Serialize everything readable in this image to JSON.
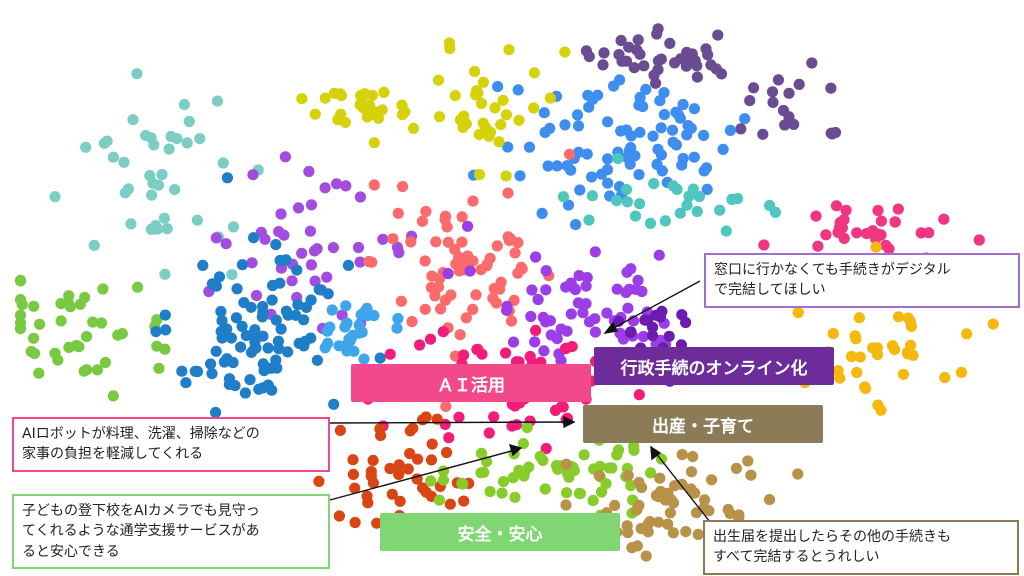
{
  "chart_data": {
    "type": "scatter",
    "title": "",
    "xlabel": "",
    "ylabel": "",
    "grid": false,
    "axes_visible": false,
    "x_range": [
      0,
      1
    ],
    "y_range": [
      0,
      1
    ],
    "cluster_labels": [
      {
        "id": "ai",
        "text": "ＡＩ活用",
        "color": "#f2498a"
      },
      {
        "id": "gov",
        "text": "行政手続のオンライン化",
        "color": "#6e2c9b"
      },
      {
        "id": "childcare",
        "text": "出産・子育て",
        "color": "#8c7b57"
      },
      {
        "id": "safety",
        "text": "安全・安心",
        "color": "#7fd672"
      }
    ],
    "callouts": [
      {
        "id": "gov",
        "lines": [
          "窓口に行かなくても手続きがデジタル",
          "で完結してほしい"
        ],
        "border": "#a06fd0"
      },
      {
        "id": "ai",
        "lines": [
          "AIロボットが料理、洗濯、掃除などの",
          "家事の負担を軽減してくれる"
        ],
        "border": "#f2498a"
      },
      {
        "id": "safety",
        "lines": [
          "子どもの登下校をAIカメラでも見守っ",
          "てくれるような通学支援サービスがあ",
          "ると安心できる"
        ],
        "border": "#7fd672"
      },
      {
        "id": "childcare",
        "lines": [
          "出生届を提出したらその他の手続きも",
          "すべて完結するとうれしい"
        ],
        "border": "#8c7b57"
      }
    ],
    "clusters": [
      {
        "name": "",
        "color": "#6a4c93",
        "n": 38,
        "cx": 0.655,
        "cy": 0.1,
        "sx": 0.04,
        "sy": 0.022
      },
      {
        "name": "",
        "color": "#6a4c93",
        "n": 18,
        "cx": 0.775,
        "cy": 0.18,
        "sx": 0.025,
        "sy": 0.035
      },
      {
        "name": "",
        "color": "#3e8ef0",
        "n": 85,
        "cx": 0.6,
        "cy": 0.24,
        "sx": 0.06,
        "sy": 0.06
      },
      {
        "name": "",
        "color": "#d6d20a",
        "n": 28,
        "cx": 0.36,
        "cy": 0.19,
        "sx": 0.03,
        "sy": 0.022
      },
      {
        "name": "",
        "color": "#d6d20a",
        "n": 34,
        "cx": 0.47,
        "cy": 0.19,
        "sx": 0.03,
        "sy": 0.05
      },
      {
        "name": "",
        "color": "#7ccdc4",
        "n": 42,
        "cx": 0.155,
        "cy": 0.32,
        "sx": 0.035,
        "sy": 0.09
      },
      {
        "name": "",
        "color": "#4fc6be",
        "n": 26,
        "cx": 0.66,
        "cy": 0.35,
        "sx": 0.055,
        "sy": 0.022
      },
      {
        "name": "",
        "color": "#a24ce0",
        "n": 42,
        "cx": 0.3,
        "cy": 0.43,
        "sx": 0.055,
        "sy": 0.06
      },
      {
        "name": "",
        "color": "#fb6b6b",
        "n": 70,
        "cx": 0.455,
        "cy": 0.46,
        "sx": 0.045,
        "sy": 0.075
      },
      {
        "name": "",
        "color": "#9b3ee8",
        "n": 62,
        "cx": 0.57,
        "cy": 0.52,
        "sx": 0.05,
        "sy": 0.05
      },
      {
        "name": "",
        "color": "#f03582",
        "n": 30,
        "cx": 0.86,
        "cy": 0.4,
        "sx": 0.04,
        "sy": 0.025
      },
      {
        "name": "",
        "color": "#7ac943",
        "n": 42,
        "cx": 0.075,
        "cy": 0.58,
        "sx": 0.06,
        "sy": 0.045
      },
      {
        "name": "",
        "color": "#1e7fc8",
        "n": 90,
        "cx": 0.245,
        "cy": 0.57,
        "sx": 0.04,
        "sy": 0.065
      },
      {
        "name": "",
        "color": "#3ea7ec",
        "n": 28,
        "cx": 0.345,
        "cy": 0.57,
        "sx": 0.025,
        "sy": 0.04
      },
      {
        "name": "",
        "color": "#f5b80f",
        "n": 42,
        "cx": 0.865,
        "cy": 0.6,
        "sx": 0.05,
        "sy": 0.06
      },
      {
        "name": "",
        "color": "#f21d7a",
        "n": 60,
        "cx": 0.505,
        "cy": 0.68,
        "sx": 0.05,
        "sy": 0.055
      },
      {
        "name": "",
        "color": "#6b1bb0",
        "n": 22,
        "cx": 0.635,
        "cy": 0.58,
        "sx": 0.03,
        "sy": 0.035
      },
      {
        "name": "",
        "color": "#d94515",
        "n": 44,
        "cx": 0.375,
        "cy": 0.82,
        "sx": 0.035,
        "sy": 0.05
      },
      {
        "name": "",
        "color": "#88cc2c",
        "n": 60,
        "cx": 0.54,
        "cy": 0.82,
        "sx": 0.055,
        "sy": 0.035
      },
      {
        "name": "",
        "color": "#b9924a",
        "n": 60,
        "cx": 0.665,
        "cy": 0.87,
        "sx": 0.05,
        "sy": 0.05
      }
    ]
  }
}
